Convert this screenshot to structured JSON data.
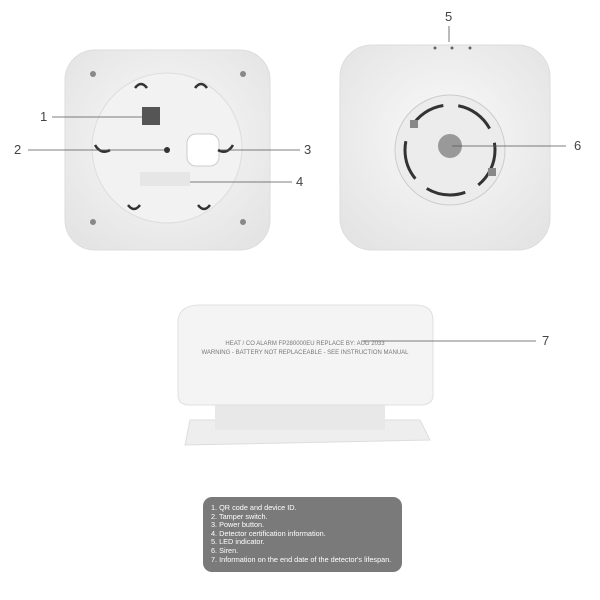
{
  "callouts": [
    "1",
    "2",
    "3",
    "4",
    "5",
    "6",
    "7"
  ],
  "side_label": {
    "line1": "HEAT / CO ALARM  FP280000EU  REPLACE BY: AUG 2033",
    "line2": "WARNING - BATTERY NOT REPLACEABLE - SEE INSTRUCTION MANUAL"
  },
  "legend": [
    "1. QR code and device ID.",
    "2. Tamper switch.",
    "3. Power button.",
    "4. Detector certification information.",
    "5. LED indicator.",
    "6. Siren.",
    "7. Information on the end date of the detector's lifespan."
  ]
}
